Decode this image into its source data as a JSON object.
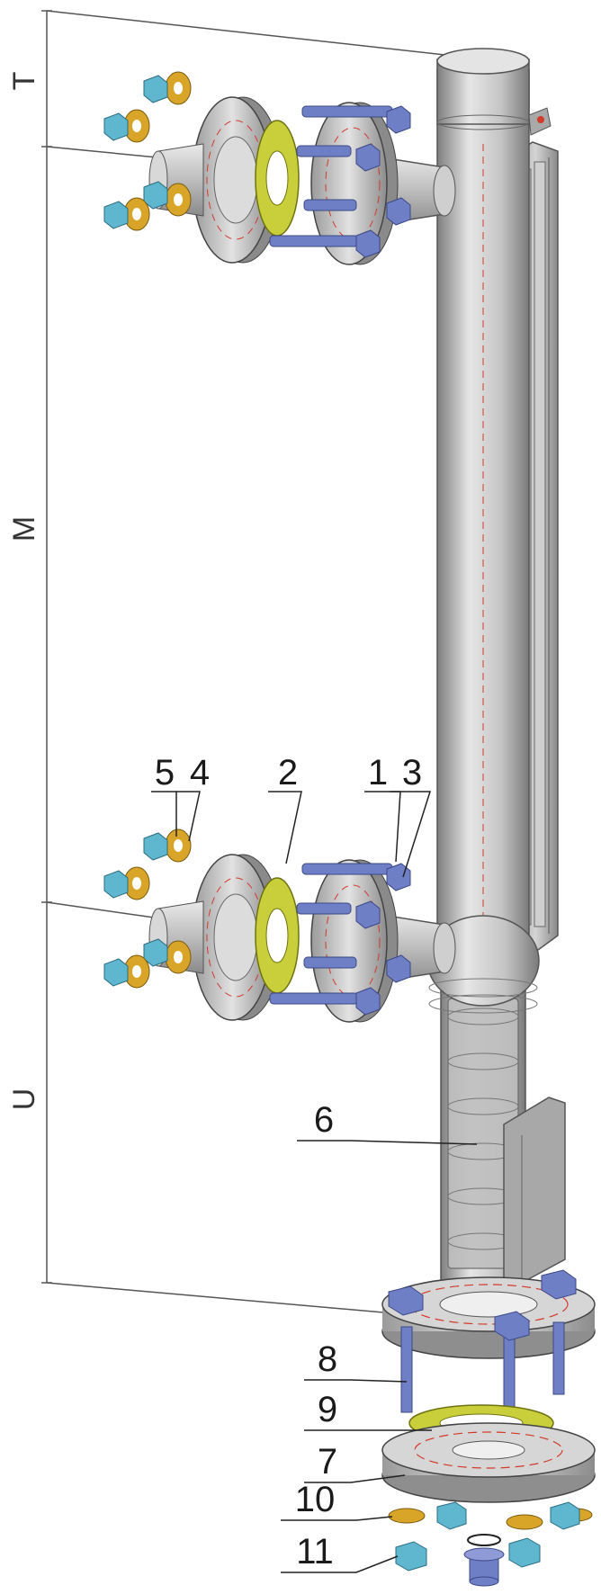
{
  "dimensions": {
    "top": "T",
    "middle": "M",
    "bottom": "U"
  },
  "callouts": {
    "c1": "1",
    "c2": "2",
    "c3": "3",
    "c4": "4",
    "c5": "5",
    "c6": "6",
    "c7": "7",
    "c8": "8",
    "c9": "9",
    "c10": "10",
    "c11": "11"
  },
  "colors": {
    "steel": "#c8c8c8",
    "steel_dark": "#8f8f8f",
    "bolt_blue": "#6f7fc6",
    "nut_cyan": "#5fb7cf",
    "washer_gold": "#d9a528",
    "gasket_yellow": "#c9cf3a",
    "accent_red": "#d23a2a"
  }
}
